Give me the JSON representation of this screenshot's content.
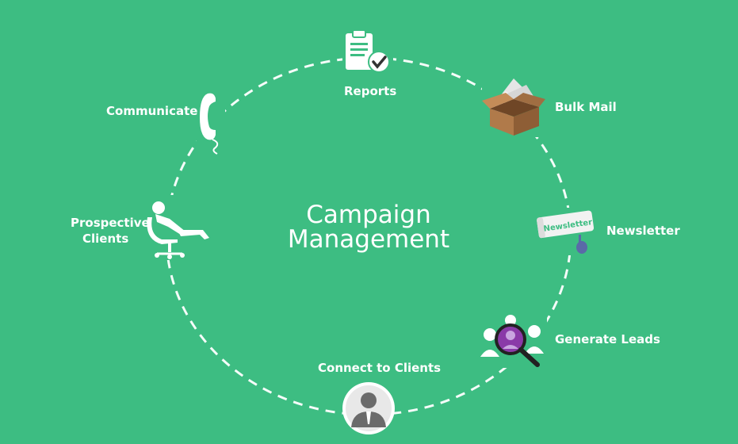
{
  "title": {
    "line1": "Campaign",
    "line2": "Management"
  },
  "steps": [
    {
      "label": "Reports",
      "icon": "clipboard-check-icon"
    },
    {
      "label": "Bulk Mail",
      "icon": "mail-box-icon"
    },
    {
      "label": "Newsletter",
      "icon": "newsletter-icon"
    },
    {
      "label": "Generate Leads",
      "icon": "magnifier-people-icon"
    },
    {
      "label": "Connect to Clients",
      "icon": "person-avatar-icon"
    },
    {
      "label": "Prospective",
      "label2": "Clients",
      "icon": "reclining-person-icon"
    },
    {
      "label": "Communicate",
      "icon": "phone-handset-icon"
    }
  ],
  "newsletter_text": "Newsletter",
  "colors": {
    "background": "#3dbd82",
    "foreground": "#ffffff",
    "box": "#b07a4a",
    "lens": "#8a3aa8"
  }
}
